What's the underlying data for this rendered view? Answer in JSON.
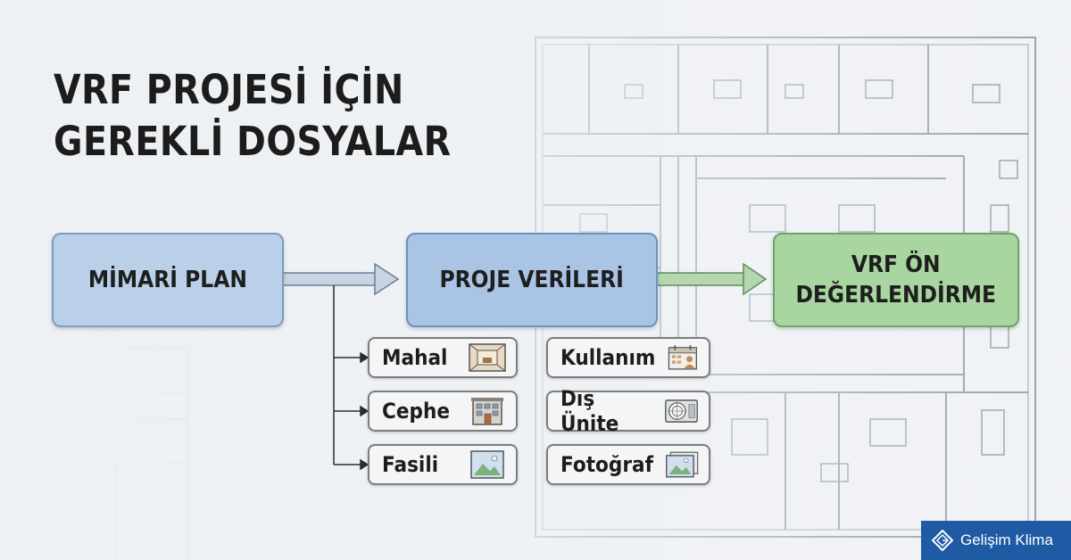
{
  "title": {
    "line1": "VRF PROJESİ İÇİN",
    "line2": "GEREKLİ DOSYALAR"
  },
  "flow": {
    "box1": "MİMARİ PLAN",
    "box2": "PROJE VERİLERİ",
    "box3_line1": "VRF ÖN",
    "box3_line2": "DEĞERLENDİRME"
  },
  "files_left": [
    {
      "label": "Mahal",
      "icon": "room-icon"
    },
    {
      "label": "Cephe",
      "icon": "building-facade-icon"
    },
    {
      "label": "Fasili",
      "icon": "image-icon"
    }
  ],
  "files_right": [
    {
      "label": "Kullanım",
      "icon": "calendar-user-icon"
    },
    {
      "label": "Dış Ünite",
      "icon": "outdoor-unit-icon"
    },
    {
      "label": "Fotoğraf",
      "icon": "photo-icon"
    }
  ],
  "brand": {
    "name": "Gelişim Klima",
    "color": "#1f5aa5"
  },
  "colors": {
    "box_blue_light": "#b9d0e8",
    "box_blue": "#a9c4e4",
    "box_green": "#a8d5a0",
    "blueprint_lines": "#9aa6b2"
  }
}
